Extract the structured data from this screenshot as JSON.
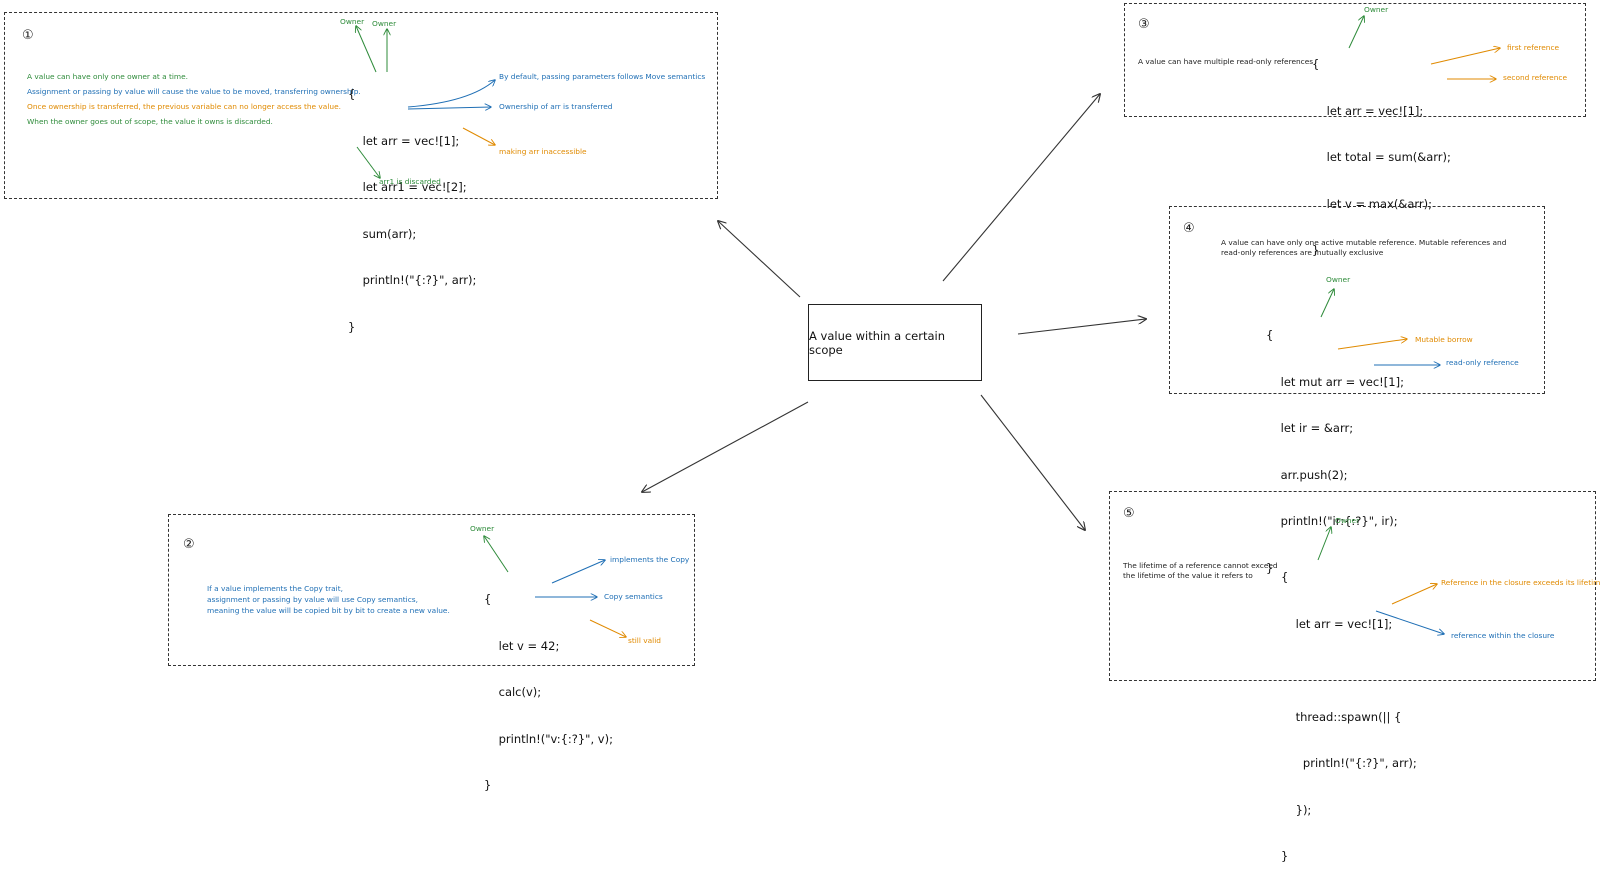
{
  "center": {
    "label": "A value within a certain scope"
  },
  "box1": {
    "number": "①",
    "notes": [
      "A value can have only one owner at a time.",
      "Assignment or passing by value will cause the value to be moved, transferring ownership.",
      "Once ownership is transferred, the previous variable can no longer access the value.",
      "When the owner goes out of scope, the value it owns is discarded."
    ],
    "code": [
      "{",
      "    let arr = vec![1];",
      "    let arr1 = vec![2];",
      "    sum(arr);",
      "    println!(\"{:?}\", arr);",
      "}"
    ],
    "ann_owner1": "Owner",
    "ann_owner2": "Owner",
    "ann_move": "By default, passing parameters follows Move semantics",
    "ann_transfer": "Ownership of arr is transferred",
    "ann_inaccessible": "making arr inaccessible",
    "ann_discarded": "arr1 is discarded"
  },
  "box2": {
    "number": "②",
    "notes": [
      "If a value implements the Copy trait,",
      "assignment or passing by value will use Copy semantics,",
      "meaning the value will be copied bit by bit to create a new value."
    ],
    "code": [
      "{",
      "    let v = 42;",
      "    calc(v);",
      "    println!(\"v:{:?}\", v);",
      "}"
    ],
    "ann_owner": "Owner",
    "ann_implements": "implements the Copy",
    "ann_copy": "Copy semantics",
    "ann_valid": "still valid"
  },
  "box3": {
    "number": "③",
    "note": "A value can have multiple read-only references",
    "code": [
      "{",
      "    let arr = vec![1];",
      "    let total = sum(&arr);",
      "    let v = max(&arr);",
      "}"
    ],
    "ann_owner": "Owner",
    "ann_first": "first reference",
    "ann_second": "second reference"
  },
  "box4": {
    "number": "④",
    "notes": [
      "A value can have only one active mutable reference. Mutable references and",
      "read-only references are mutually exclusive"
    ],
    "code": [
      "{",
      "    let mut arr = vec![1];",
      "    let ir = &arr;",
      "    arr.push(2);",
      "    println!(\"ir:{:?}\", ir);",
      "}"
    ],
    "ann_owner": "Owner",
    "ann_mutable": "Mutable borrow",
    "ann_readonly": "read-only reference"
  },
  "box5": {
    "number": "⑤",
    "notes": [
      "The lifetime of a reference cannot exceed",
      "the lifetime of the value it refers to"
    ],
    "code": [
      "{",
      "    let arr = vec![1];",
      "",
      "    thread::spawn(|| {",
      "      println!(\"{:?}\", arr);",
      "    });",
      "}"
    ],
    "ann_owner": "Owner",
    "ann_exceeds": "Reference in the closure exceeds its lifetime",
    "ann_within": "reference within the closure"
  },
  "colors": {
    "green": "#2e8b3a",
    "blue": "#1f6fb5",
    "orange": "#e08a00",
    "line": "#333333"
  }
}
